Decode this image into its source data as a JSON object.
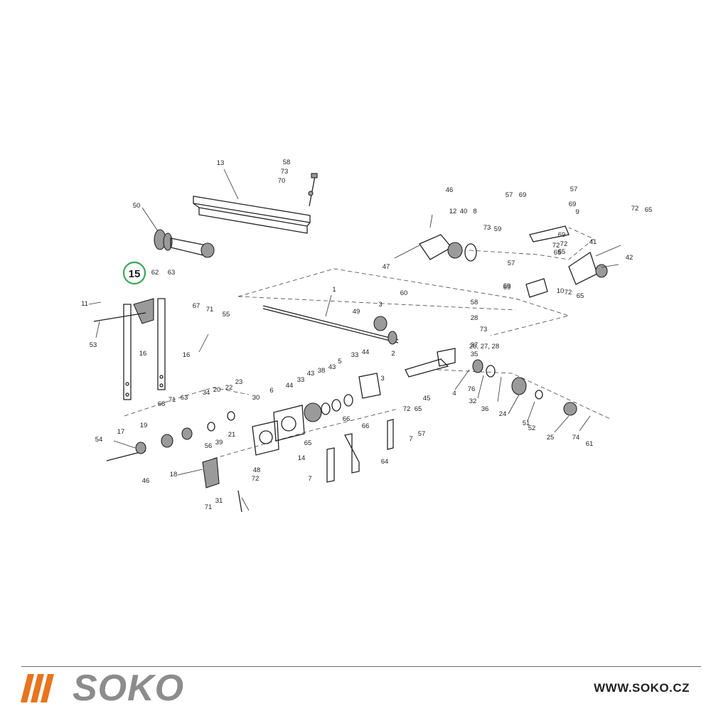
{
  "brand": {
    "name": "SOKO",
    "website": "WWW.SOKO.CZ",
    "accent_color": "#e8741e",
    "name_color": "#8c8c8c"
  },
  "highlight": {
    "label": "15",
    "ring_color": "#3aa655"
  },
  "callouts": [
    "13",
    "58",
    "73",
    "70",
    "50",
    "46",
    "12",
    "40",
    "8",
    "57",
    "69",
    "57",
    "69",
    "9",
    "72",
    "65",
    "73",
    "59",
    "47",
    "72",
    "65",
    "41",
    "69",
    "42",
    "57",
    "69",
    "10",
    "72",
    "65",
    "1",
    "63",
    "62",
    "11",
    "67",
    "71",
    "55",
    "53",
    "16",
    "16",
    "60",
    "3",
    "49",
    "58",
    "73",
    "28",
    "26, 27, 28",
    "37",
    "35",
    "2",
    "33",
    "44",
    "69",
    "72",
    "65",
    "3",
    "4",
    "76",
    "32",
    "36",
    "24",
    "51",
    "52",
    "25",
    "74",
    "61",
    "44",
    "33",
    "43",
    "38",
    "43",
    "5",
    "34",
    "20",
    "22",
    "23",
    "71",
    "63",
    "68",
    "30",
    "6",
    "19",
    "17",
    "54",
    "21",
    "39",
    "56",
    "72",
    "45",
    "57",
    "65",
    "66",
    "66",
    "7",
    "7",
    "18",
    "46",
    "48",
    "72",
    "65",
    "14",
    "64",
    "71",
    "31"
  ]
}
